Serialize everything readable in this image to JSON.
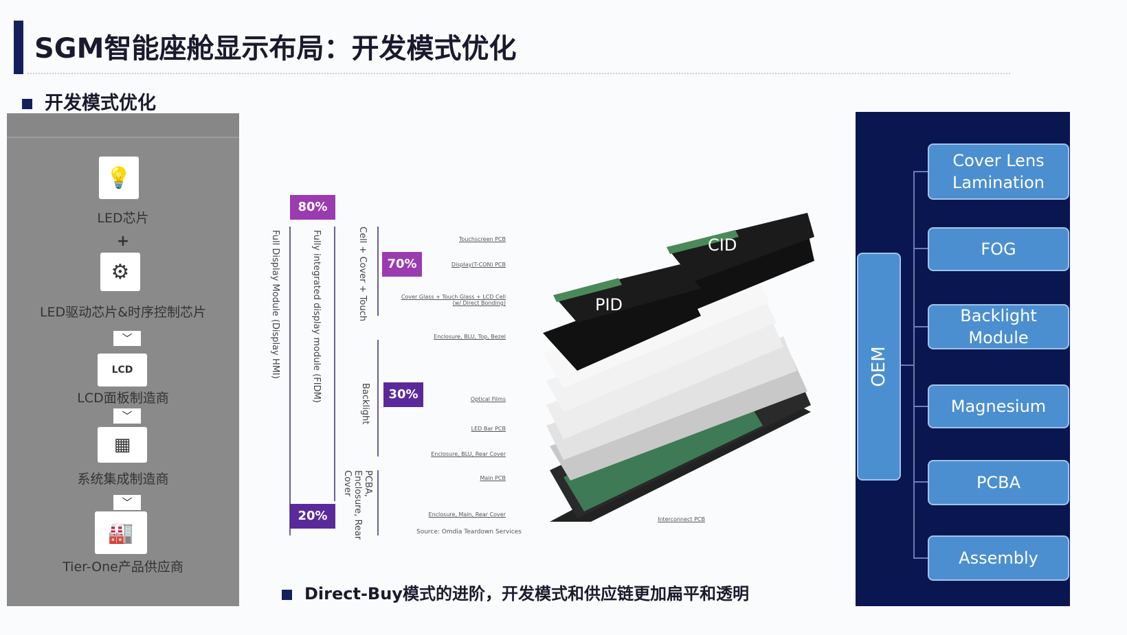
{
  "title": "SGM智能座舱显示布局：开发模式优化",
  "subtitle": "开发模式优化",
  "left_panel": {
    "items": [
      {
        "icon": "led-chip-icon",
        "label": "LED芯片"
      },
      {
        "icon": "gears-icon",
        "label": "LED驱动芯片&时序控制芯片"
      },
      {
        "icon": "lcd-icon",
        "label": "LCD面板制造商"
      },
      {
        "icon": "panel-icon",
        "label": "系统集成制造商"
      },
      {
        "icon": "factory-icon",
        "label": "Tier-One产品供应商"
      }
    ],
    "plus": "+",
    "chevron": "❯"
  },
  "diagram": {
    "percents": {
      "p80": "80%",
      "p70": "70%",
      "p30": "30%",
      "p20": "20%"
    },
    "vertical_labels": {
      "full": "Full Display Module (Display HMI)",
      "fidm": "Fully integrated display module (FIDM)",
      "cell": "Cell + Cover + Touch",
      "backlight": "Backlight",
      "pcba": "PCBA, Enclosure, Rear Cover"
    },
    "callouts": [
      "Touchscreen PCB",
      "Display(T-CON) PCB",
      "Cover Glass + Touch Glass + LCD Cell (w/ Direct Bonding)",
      "Enclosure, BLU, Top, Bezel",
      "Optical Films",
      "LED Bar PCB",
      "Enclosure, BLU, Rear Cover",
      "Main PCB",
      "Enclosure, Main, Rear Cover",
      "Interconnect PCB"
    ],
    "source": "Source: Omdia Teardown Services",
    "pid": "PID",
    "cid": "CID",
    "colors": {
      "magenta": "#9b3bb0",
      "purple": "#5a2a9a"
    }
  },
  "right_panel": {
    "oem": "OEM",
    "boxes": [
      "Cover Lens Lamination",
      "FOG",
      "Backlight Module",
      "Magnesium",
      "PCBA",
      "Assembly"
    ]
  },
  "footer": "Direct-Buy模式的进阶，开发模式和供应链更加扁平和透明"
}
